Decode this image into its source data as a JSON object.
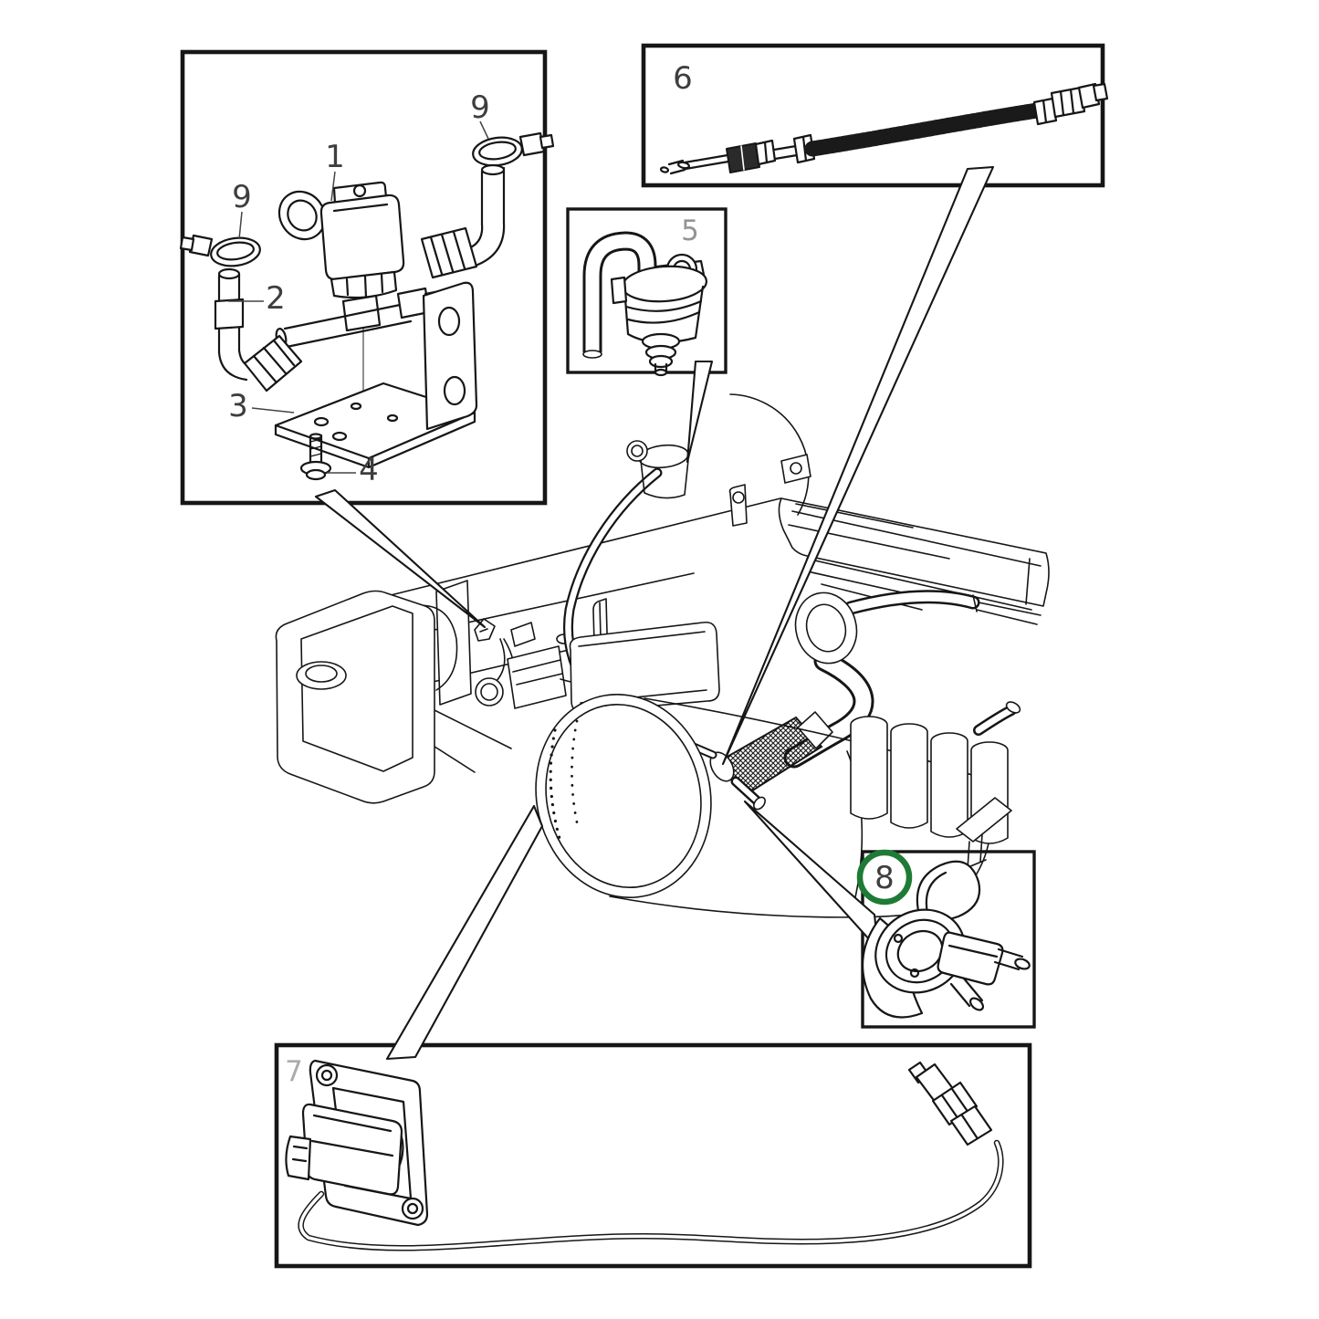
{
  "colors": {
    "background": "#ffffff",
    "line": "#161616",
    "label_dark": "#3e3e3e",
    "label_mid": "#949494",
    "label_light": "#ababab",
    "accent_green": "#1e7b35"
  },
  "callouts": {
    "valve_assembly_box": {
      "labels": {
        "hose_clamp_top": "9",
        "solenoid_valve": "1",
        "hose_clamp_left": "9",
        "elbow_pipe": "2",
        "mounting_bracket": "3",
        "flange_screw": "4"
      }
    },
    "check_valve_box": {
      "label": "5"
    },
    "temp_sensor_box": {
      "label": "6"
    },
    "nox_sensor_box": {
      "label": "7"
    },
    "pressure_sensor_box": {
      "label": "8",
      "highlighted": true
    }
  }
}
